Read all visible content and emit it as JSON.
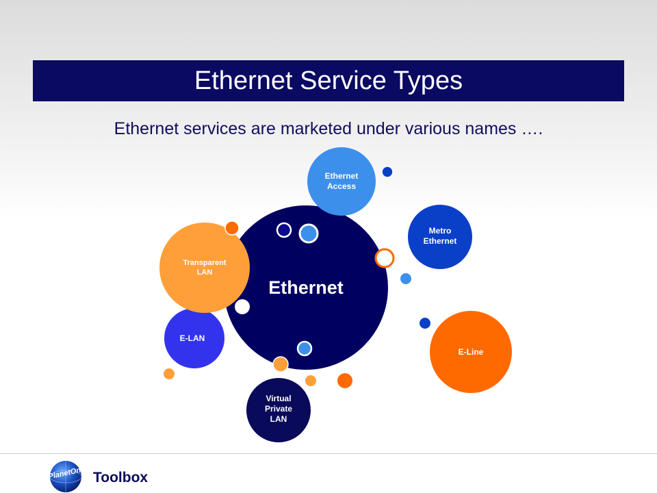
{
  "slide": {
    "title": "Ethernet Service Types",
    "subtitle": "Ethernet services are marketed under various names …."
  },
  "diagram": {
    "center": {
      "label": "Ethernet",
      "color": "#000060"
    },
    "bubbles": [
      {
        "id": "ethernet-access",
        "lines": [
          "Ethernet",
          "Access"
        ],
        "color": "#3d8fec"
      },
      {
        "id": "metro-ethernet",
        "lines": [
          "Metro",
          "Ethernet"
        ],
        "color": "#0a3fc8"
      },
      {
        "id": "e-line",
        "lines": [
          "E-Line"
        ],
        "color": "#ff6a00"
      },
      {
        "id": "virtual-private-lan",
        "lines": [
          "Virtual",
          "Private",
          "LAN"
        ],
        "color": "#0a0a5a"
      },
      {
        "id": "e-lan",
        "lines": [
          "E-LAN"
        ],
        "color": "#3333ee"
      },
      {
        "id": "transparent-lan",
        "lines": [
          "Transparent",
          "LAN"
        ],
        "color": "#ff9f3a"
      }
    ]
  },
  "footer": {
    "label": "Toolbox",
    "logo_text": "PlanetOne"
  }
}
